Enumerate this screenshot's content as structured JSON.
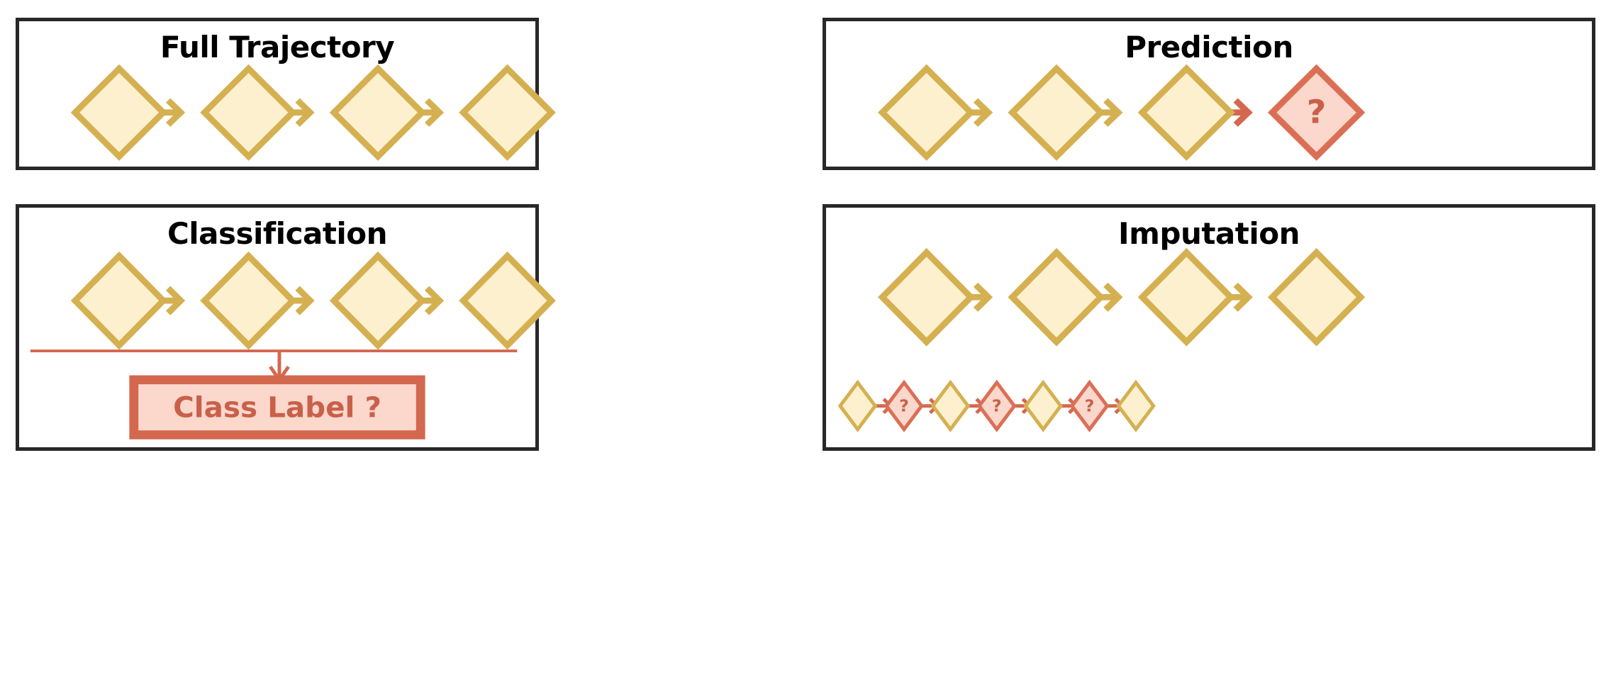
{
  "figure": {
    "type": "diagram",
    "description": "Four-panel schematic of time-series / trajectory modelling tasks",
    "background_color": "#FFFFFF",
    "panel_border_color": "#282828",
    "palette": {
      "node_fill": "#FDF0CE",
      "node_stroke": "#D5B051",
      "arrow_yellow": "#D5B051",
      "missing_fill": "#FBD7CC",
      "missing_stroke": "#DB6F55",
      "arrow_red": "#D4684F",
      "label_text": "#C9604A",
      "title_text": "#000000"
    }
  },
  "panels": [
    {
      "id": "full-trajectory",
      "title": "Full Trajectory",
      "row": 0,
      "col": 0,
      "rows": [
        {
          "id": "sequence",
          "size": "large",
          "nodes": [
            {
              "kind": "known",
              "label": ""
            },
            {
              "kind": "known",
              "label": ""
            },
            {
              "kind": "known",
              "label": ""
            },
            {
              "kind": "known",
              "label": ""
            }
          ],
          "arrows": [
            {
              "color": "yellow"
            },
            {
              "color": "yellow"
            },
            {
              "color": "yellow"
            }
          ]
        }
      ]
    },
    {
      "id": "prediction",
      "title": "Prediction",
      "row": 0,
      "col": 1,
      "rows": [
        {
          "id": "sequence",
          "size": "large",
          "nodes": [
            {
              "kind": "known",
              "label": ""
            },
            {
              "kind": "known",
              "label": ""
            },
            {
              "kind": "known",
              "label": ""
            },
            {
              "kind": "missing",
              "label": "?"
            }
          ],
          "arrows": [
            {
              "color": "yellow"
            },
            {
              "color": "yellow"
            },
            {
              "color": "red"
            }
          ]
        }
      ]
    },
    {
      "id": "classification",
      "title": "Classification",
      "row": 1,
      "col": 0,
      "rows": [
        {
          "id": "sequence",
          "size": "large",
          "nodes": [
            {
              "kind": "known",
              "label": ""
            },
            {
              "kind": "known",
              "label": ""
            },
            {
              "kind": "known",
              "label": ""
            },
            {
              "kind": "known",
              "label": ""
            }
          ],
          "arrows": [
            {
              "color": "yellow"
            },
            {
              "color": "yellow"
            },
            {
              "color": "yellow"
            }
          ]
        }
      ],
      "aggregation": {
        "bus_line_color": "#D4684F",
        "down_arrow_color": "#D4684F",
        "box_label": "Class Label ?",
        "box_fill": "#FBD7CC",
        "box_stroke": "#D4684F"
      }
    },
    {
      "id": "imputation",
      "title": "Imputation",
      "row": 1,
      "col": 1,
      "rows": [
        {
          "id": "observed-sequence",
          "size": "large",
          "nodes": [
            {
              "kind": "known",
              "label": ""
            },
            {
              "kind": "known",
              "label": ""
            },
            {
              "kind": "known",
              "label": ""
            },
            {
              "kind": "known",
              "label": ""
            }
          ],
          "arrows": [
            {
              "color": "yellow"
            },
            {
              "color": "yellow"
            },
            {
              "color": "yellow"
            }
          ]
        },
        {
          "id": "interleaved-sequence",
          "size": "small",
          "nodes": [
            {
              "kind": "known",
              "label": ""
            },
            {
              "kind": "missing",
              "label": "?"
            },
            {
              "kind": "known",
              "label": ""
            },
            {
              "kind": "missing",
              "label": "?"
            },
            {
              "kind": "known",
              "label": ""
            },
            {
              "kind": "missing",
              "label": "?"
            },
            {
              "kind": "known",
              "label": ""
            }
          ],
          "arrows": [
            {
              "color": "red"
            },
            {
              "color": "red"
            },
            {
              "color": "red"
            },
            {
              "color": "red"
            },
            {
              "color": "red"
            },
            {
              "color": "red"
            }
          ]
        }
      ]
    }
  ]
}
